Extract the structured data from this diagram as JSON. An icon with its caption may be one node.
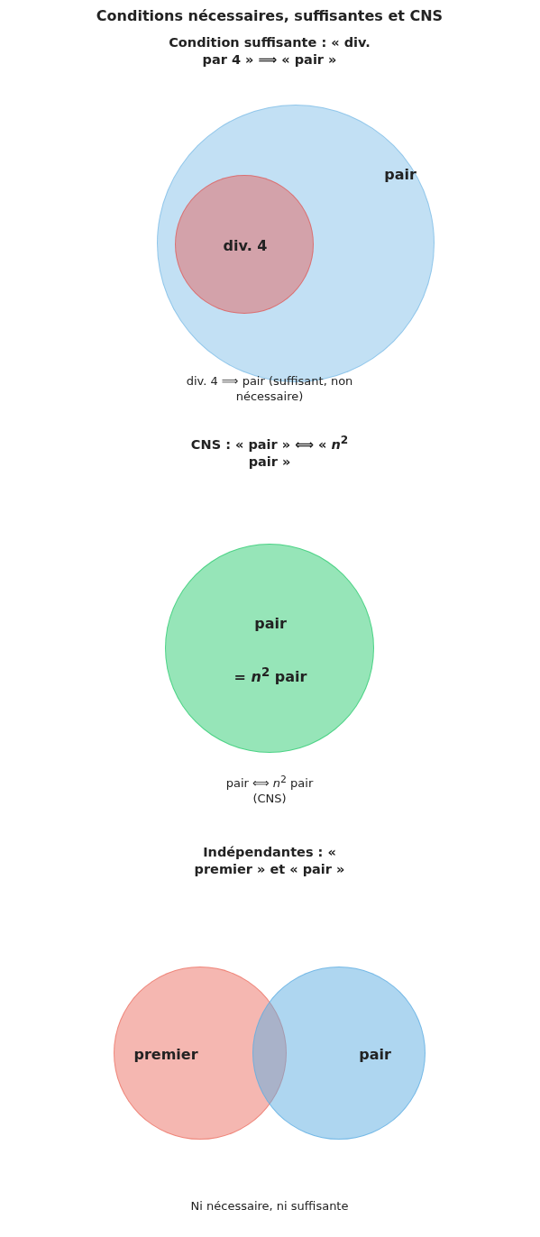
{
  "diagram": {
    "title": "Conditions nécessaires, suffisantes et CNS",
    "nodes": [
      {
        "text": [
          "pair"
        ]
      },
      {
        "text": [
          "div. 4"
        ],
        "in": 0
      },
      {
        "text": [
          "pair",
          "= *n*$^{2}$ pair"
        ]
      },
      {
        "text": [
          "premier"
        ]
      },
      {
        "text": [
          "pair"
        ]
      }
    ],
    "labels": [
      "Condition suffisante : « div. par 4 » ⟹ « pair »",
      "div. 4 ⟹ pair (suffisant, non nécessaire)",
      "CNS : « pair » ⟺ « *n*$^{2}$ pair »",
      "pair ⟺ *n*$^{2}$ pair (CNS)",
      "Indépendantes : « premier » et « pair »",
      "Ni nécessaire, ni suffisante"
    ]
  }
}
